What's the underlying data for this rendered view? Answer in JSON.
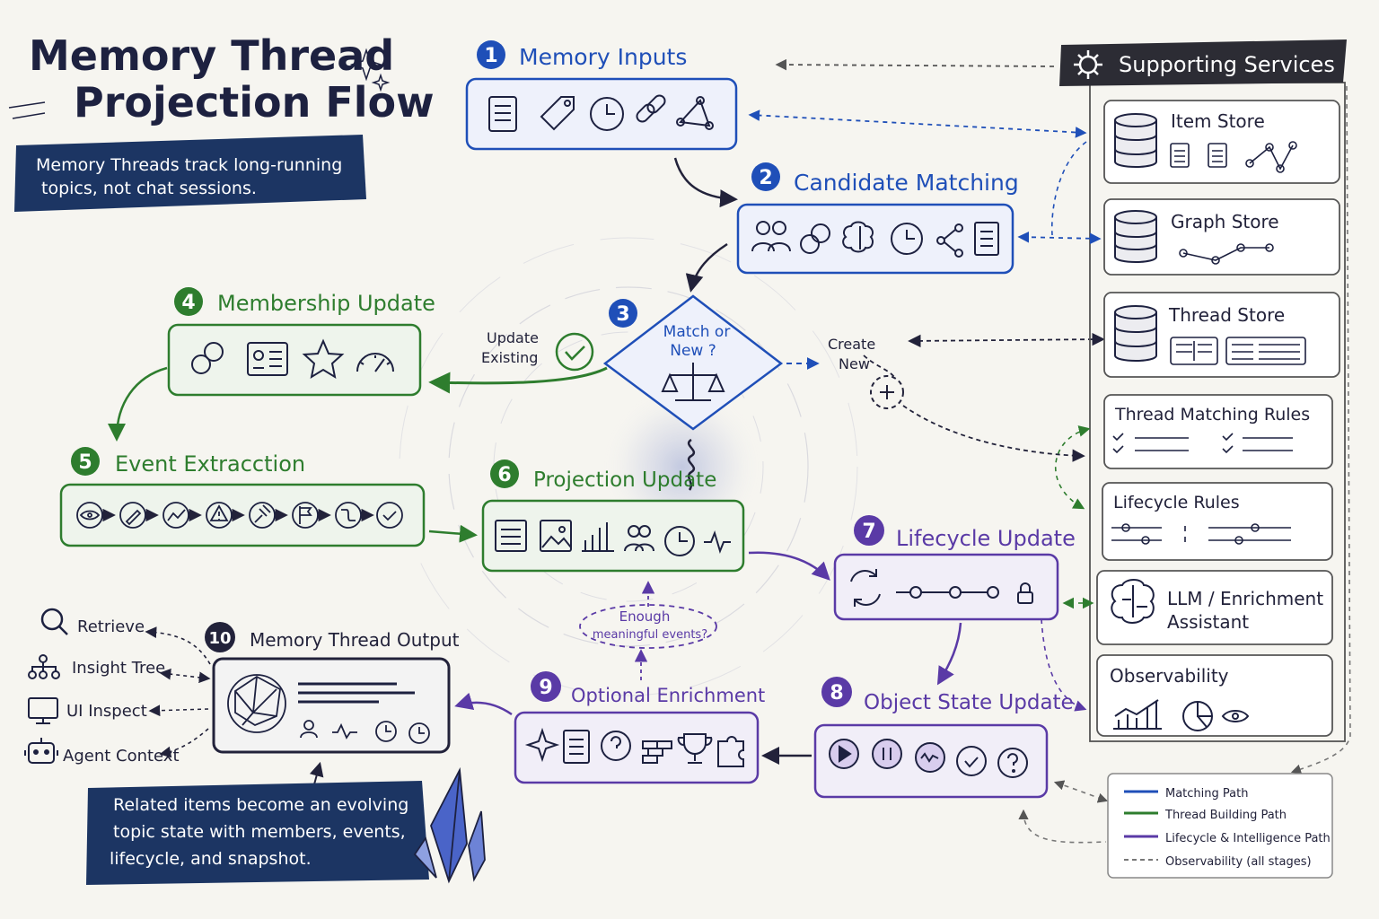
{
  "title_line1": "Memory Thread",
  "title_line2": "Projection Flow",
  "subtitle_line1": "Memory Threads track long-running",
  "subtitle_line2": "topics, not chat sessions.",
  "colors": {
    "blue": "#1f4fb8",
    "green": "#2e7d2e",
    "purple": "#5a3aa6",
    "dark": "#22223a",
    "navy_banner": "#1c3563",
    "gray": "#555555",
    "bg": "#f6f5f0"
  },
  "stages": {
    "s1": {
      "num": "1",
      "label": "Memory Inputs",
      "icons": [
        "document-icon",
        "tag-icon",
        "clock-icon",
        "link-icon",
        "graph-icon"
      ]
    },
    "s2": {
      "num": "2",
      "label": "Candidate Matching",
      "icons": [
        "people-icon",
        "link-icon",
        "brain-icon",
        "clock-icon",
        "share-icon",
        "list-icon"
      ]
    },
    "s3": {
      "num": "3",
      "label_line1": "Match or",
      "label_line2": "New ?",
      "icon": "scales-icon"
    },
    "s4": {
      "num": "4",
      "label": "Membership Update",
      "icons": [
        "link-icon",
        "id-card-icon",
        "star-icon",
        "gauge-icon"
      ]
    },
    "s5": {
      "num": "5",
      "label": "Event Extracction",
      "icons": [
        "eye-icon",
        "pencil-icon",
        "trend-icon",
        "warning-icon",
        "gavel-icon",
        "flag-icon",
        "squiggle-icon",
        "check-icon"
      ]
    },
    "s6": {
      "num": "6",
      "label": "Projection Update",
      "icons": [
        "document-icon",
        "image-icon",
        "bar-chart-icon",
        "group-icon",
        "clock-icon",
        "pulse-icon"
      ]
    },
    "s7": {
      "num": "7",
      "label": "Lifecycle Update",
      "icons": [
        "refresh-icon",
        "timeline-icon",
        "lock-icon"
      ]
    },
    "s8": {
      "num": "8",
      "label": "Object State Update",
      "icons": [
        "play-icon",
        "pause-icon",
        "wave-icon",
        "check-icon",
        "question-icon"
      ]
    },
    "s9": {
      "num": "9",
      "label": "Optional Enrichment",
      "icons": [
        "sparkle-icon",
        "document-icon",
        "question-bubble-icon",
        "bricks-icon",
        "trophy-icon",
        "puzzle-icon"
      ]
    },
    "s10": {
      "num": "10",
      "label": "Memory Thread Output",
      "icons": [
        "sphere-icon",
        "person-icon",
        "pulse-icon",
        "clock-icon",
        "clock-icon"
      ]
    }
  },
  "branch": {
    "update_line1": "Update",
    "update_line2": "Existing",
    "create_line1": "Create",
    "create_line2": "New"
  },
  "enough": {
    "line1": "Enough",
    "line2": "meaningful events?"
  },
  "outputs": [
    "Retrieve",
    "Insight Tree",
    "UI Inspect",
    "Agent Context"
  ],
  "output_icons": [
    "magnifier-icon",
    "tree-icon",
    "monitor-icon",
    "robot-icon"
  ],
  "bottom_banner": {
    "line1": "Related items become an evolving",
    "line2": "topic state with members, events,",
    "line3": "lifecycle, and snapshot."
  },
  "services": {
    "header": "Supporting Services",
    "items": [
      {
        "label": "Item Store",
        "icon": "database-icon"
      },
      {
        "label": "Graph Store",
        "icon": "database-icon"
      },
      {
        "label": "Thread Store",
        "icon": "database-icon"
      },
      {
        "label": "Thread Matching Rules",
        "icon": "checklist-icon"
      },
      {
        "label": "Lifecycle Rules",
        "icon": "sliders-icon"
      },
      {
        "label_line1": "LLM / Enrichment",
        "label_line2": "Assistant",
        "icon": "brain-icon"
      },
      {
        "label": "Observability",
        "icon": "chart-eye-icon"
      }
    ]
  },
  "legend": [
    {
      "label": "Matching Path",
      "color": "#1f4fb8",
      "style": "solid"
    },
    {
      "label": "Thread Building Path",
      "color": "#2e7d2e",
      "style": "solid"
    },
    {
      "label": "Lifecycle & Intelligence Path",
      "color": "#5a3aa6",
      "style": "solid"
    },
    {
      "label": "Observability (all stages)",
      "color": "#777777",
      "style": "dashed"
    }
  ]
}
